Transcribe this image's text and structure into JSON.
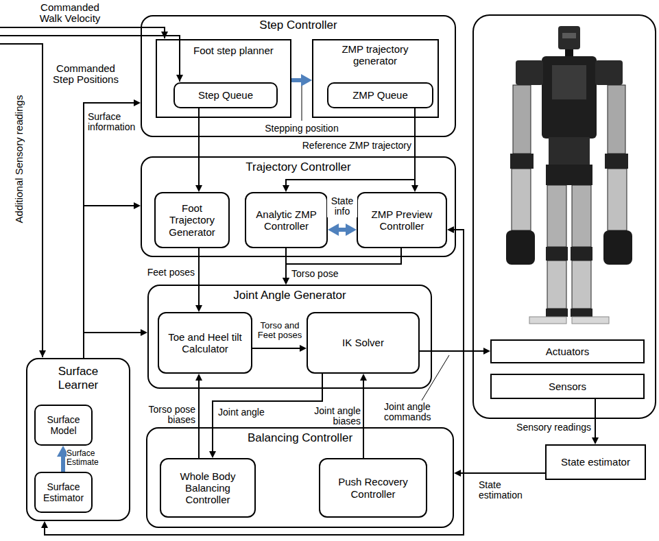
{
  "diagram": {
    "nodes": [
      {
        "text": [
          "Step Controller"
        ]
      },
      {
        "text": [
          "Foot step planner"
        ],
        "in": 0
      },
      {
        "text": [
          "Step Queue"
        ],
        "in": 1
      },
      {
        "text": [
          "ZMP trajectory generator"
        ],
        "in": 0
      },
      {
        "text": [
          "ZMP Queue"
        ],
        "in": 3
      },
      {
        "text": [
          "Trajectory Controller"
        ]
      },
      {
        "text": [
          "Foot Trajectory Generator"
        ],
        "in": 5
      },
      {
        "text": [
          "Analytic ZMP Controller"
        ],
        "in": 5
      },
      {
        "text": [
          "ZMP Preview Controller"
        ],
        "in": 5
      },
      {
        "text": [
          "Joint Angle Generator"
        ]
      },
      {
        "text": [
          "Toe and Heel tilt Calculator"
        ],
        "in": 9
      },
      {
        "text": [
          "IK Solver"
        ],
        "in": 9
      },
      {
        "text": [
          "Balancing Controller"
        ]
      },
      {
        "text": [
          "Whole Body Balancing Controller"
        ],
        "in": 12
      },
      {
        "text": [
          "Push Recovery Controller"
        ],
        "in": 12
      },
      {
        "text": [
          "Surface Learner"
        ]
      },
      {
        "text": [
          "Surface Model"
        ],
        "in": 15
      },
      {
        "text": [
          "Surface Estimator"
        ],
        "in": 15
      },
      {
        "text": [
          "Actuators"
        ]
      },
      {
        "text": [
          "Sensors"
        ]
      },
      {
        "text": [
          "State estimator"
        ]
      }
    ],
    "edges": [
      {
        "from": 1,
        "to": 3,
        "arrow": "to",
        "label": "Stepping position"
      },
      {
        "from": 2,
        "to": 6,
        "arrow": "to"
      },
      {
        "from": 4,
        "to": 8,
        "arrow": "to",
        "label": "Reference ZMP trajectory"
      },
      {
        "from": 4,
        "to": 7,
        "arrow": "to"
      },
      {
        "from": 7,
        "to": 8,
        "arrow": "both",
        "label": "State info"
      },
      {
        "from": 6,
        "to": 10,
        "arrow": "to",
        "label": "Feet poses"
      },
      {
        "from": 7,
        "to": 9,
        "arrow": "to",
        "label": "Torso pose"
      },
      {
        "from": 8,
        "to": 9,
        "arrow": "to"
      },
      {
        "from": 10,
        "to": 11,
        "arrow": "to",
        "label": "Torso and Feet poses"
      },
      {
        "from": 11,
        "to": 18,
        "arrow": "to",
        "label": "Joint angle commands"
      },
      {
        "from": 11,
        "to": 13,
        "arrow": "to",
        "label": "Joint angle"
      },
      {
        "from": 13,
        "to": 10,
        "arrow": "to",
        "label": "Torso pose biases"
      },
      {
        "from": 14,
        "to": 11,
        "arrow": "to",
        "label": "Joint angle biases"
      },
      {
        "from": 19,
        "to": 20,
        "arrow": "to",
        "label": "Sensory readings"
      },
      {
        "from": 20,
        "to": 12,
        "arrow": "to",
        "label": "State estimation"
      },
      {
        "from": 20,
        "to": 8,
        "arrow": "to"
      },
      {
        "from": 20,
        "to": 15,
        "arrow": "to"
      },
      {
        "from": 15,
        "to": 0,
        "arrow": "to",
        "label": "Surface information"
      },
      {
        "from": 15,
        "to": 5,
        "arrow": "to"
      },
      {
        "from": 15,
        "to": 9,
        "arrow": "to"
      },
      {
        "from": 17,
        "to": 16,
        "arrow": "to",
        "label": "Surface Estimate"
      }
    ],
    "labels": [
      "Commanded Walk Velocity",
      "Commanded Step Positions",
      "Additional Sensory readings"
    ]
  }
}
